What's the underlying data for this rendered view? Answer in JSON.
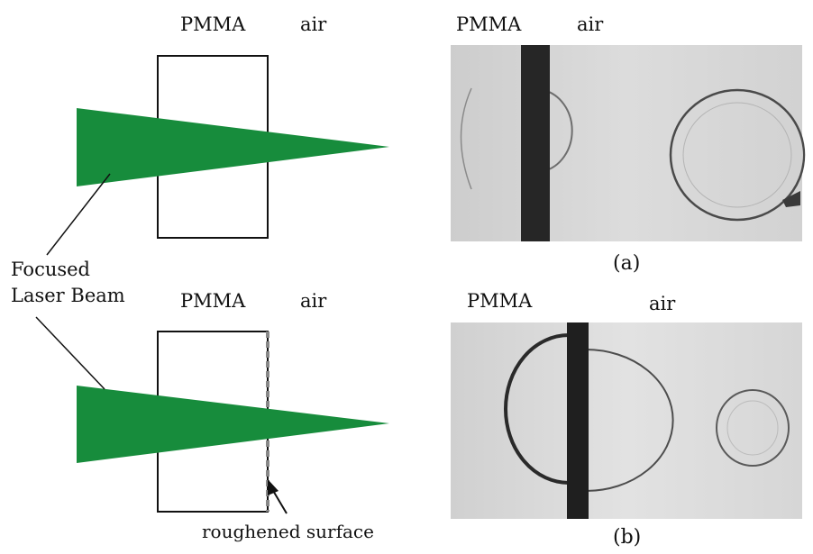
{
  "diagram_a": {
    "left_label": "PMMA",
    "right_label": "air"
  },
  "diagram_b": {
    "left_label": "PMMA",
    "right_label": "air",
    "surface_label": "roughened surface"
  },
  "beam_label": {
    "line1": "Focused",
    "line2": "Laser Beam"
  },
  "photo_a": {
    "left_label": "PMMA",
    "right_label": "air",
    "caption": "(a)"
  },
  "photo_b": {
    "left_label": "PMMA",
    "right_label": "air",
    "caption": "(b)"
  },
  "colors": {
    "beam": "#178c3c",
    "photo_bg": "#d8d8d8",
    "ink": "#111111"
  }
}
